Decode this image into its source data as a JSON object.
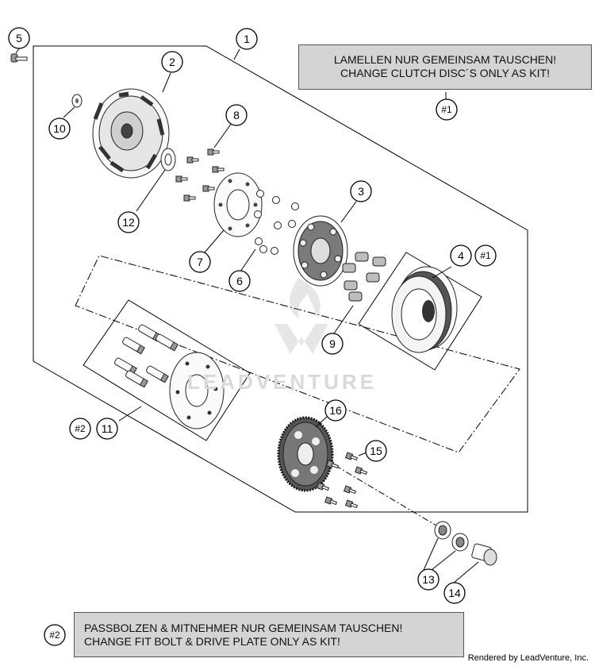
{
  "notes": {
    "top": {
      "line1": "LAMELLEN NUR GEMEINSAM TAUSCHEN!",
      "line2": "CHANGE CLUTCH DISC´S ONLY AS KIT!",
      "ref": "#1"
    },
    "bottom": {
      "line1": "PASSBOLZEN & MITNEHMER NUR GEMEINSAM TAUSCHEN!",
      "line2": "CHANGE FIT BOLT & DRIVE PLATE ONLY AS KIT!",
      "ref": "#2"
    }
  },
  "callouts": {
    "c1": "1",
    "c2": "2",
    "c3": "3",
    "c4": "4",
    "c5": "5",
    "c6": "6",
    "c7": "7",
    "c8": "8",
    "c9": "9",
    "c10": "10",
    "c11": "11",
    "c12": "12",
    "c13": "13",
    "c14": "14",
    "c15": "15",
    "c16": "16",
    "ref4": "#1",
    "ref11": "#2"
  },
  "watermark": "LEADVENTURE",
  "credit": "Rendered by LeadVenture, Inc."
}
